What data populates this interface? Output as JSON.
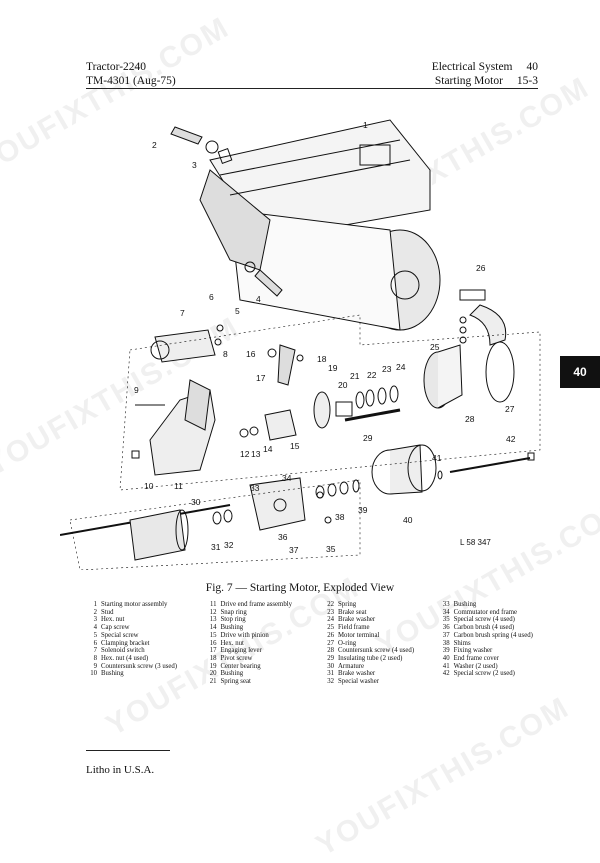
{
  "header": {
    "left_line1": "Tractor-2240",
    "left_line2": "TM-4301 (Aug-75)",
    "right_line1_section": "Electrical System",
    "right_line1_page": "40",
    "right_line2_section": "Starting Motor",
    "right_line2_page": "15-3"
  },
  "side_tab": "40",
  "figure_ref": "L 58 347",
  "caption": "Fig. 7 — Starting Motor, Exploded View",
  "callouts": [
    "1",
    "2",
    "3",
    "4",
    "5",
    "6",
    "7",
    "8",
    "9",
    "10",
    "11",
    "12",
    "13",
    "14",
    "15",
    "16",
    "17",
    "18",
    "19",
    "20",
    "21",
    "22",
    "23",
    "24",
    "25",
    "26",
    "27",
    "28",
    "29",
    "30",
    "31",
    "32",
    "33",
    "34",
    "35",
    "36",
    "37",
    "38",
    "39",
    "40",
    "41",
    "42"
  ],
  "legend": [
    [
      {
        "n": "1",
        "t": "Starting motor assembly"
      },
      {
        "n": "2",
        "t": "Stud"
      },
      {
        "n": "3",
        "t": "Hex. nut"
      },
      {
        "n": "4",
        "t": "Cap screw"
      },
      {
        "n": "5",
        "t": "Special screw"
      },
      {
        "n": "6",
        "t": "Clamping bracket"
      },
      {
        "n": "7",
        "t": "Solenoid switch"
      },
      {
        "n": "8",
        "t": "Hex. nut (4 used)"
      },
      {
        "n": "9",
        "t": "Countersunk screw (3 used)"
      },
      {
        "n": "10",
        "t": "Bushing"
      }
    ],
    [
      {
        "n": "11",
        "t": "Drive end frame assembly"
      },
      {
        "n": "12",
        "t": "Snap ring"
      },
      {
        "n": "13",
        "t": "Stop ring"
      },
      {
        "n": "14",
        "t": "Bushing"
      },
      {
        "n": "15",
        "t": "Drive with pinion"
      },
      {
        "n": "16",
        "t": "Hex. nut"
      },
      {
        "n": "17",
        "t": "Engaging lever"
      },
      {
        "n": "18",
        "t": "Pivot screw"
      },
      {
        "n": "19",
        "t": "Center bearing"
      },
      {
        "n": "20",
        "t": "Bushing"
      },
      {
        "n": "21",
        "t": "Spring seat"
      }
    ],
    [
      {
        "n": "22",
        "t": "Spring"
      },
      {
        "n": "23",
        "t": "Brake seat"
      },
      {
        "n": "24",
        "t": "Brake washer"
      },
      {
        "n": "25",
        "t": "Field frame"
      },
      {
        "n": "26",
        "t": "Motor terminal"
      },
      {
        "n": "27",
        "t": "O-ring"
      },
      {
        "n": "28",
        "t": "Countersunk screw (4 used)"
      },
      {
        "n": "29",
        "t": "Insulating tube (2 used)"
      },
      {
        "n": "30",
        "t": "Armature"
      },
      {
        "n": "31",
        "t": "Brake washer"
      },
      {
        "n": "32",
        "t": "Special washer"
      }
    ],
    [
      {
        "n": "33",
        "t": "Bushing"
      },
      {
        "n": "34",
        "t": "Commutator end frame"
      },
      {
        "n": "35",
        "t": "Special screw (4 used)"
      },
      {
        "n": "36",
        "t": "Carbon brush (4 used)"
      },
      {
        "n": "37",
        "t": "Carbon brush spring (4 used)"
      },
      {
        "n": "38",
        "t": "Shims"
      },
      {
        "n": "39",
        "t": "Fixing washer"
      },
      {
        "n": "40",
        "t": "End frame cover"
      },
      {
        "n": "41",
        "t": "Washer (2 used)"
      },
      {
        "n": "42",
        "t": "Special screw (2 used)"
      }
    ]
  ],
  "footer": "Litho in U.S.A.",
  "watermark": "YOUFIXTHIS.COM"
}
